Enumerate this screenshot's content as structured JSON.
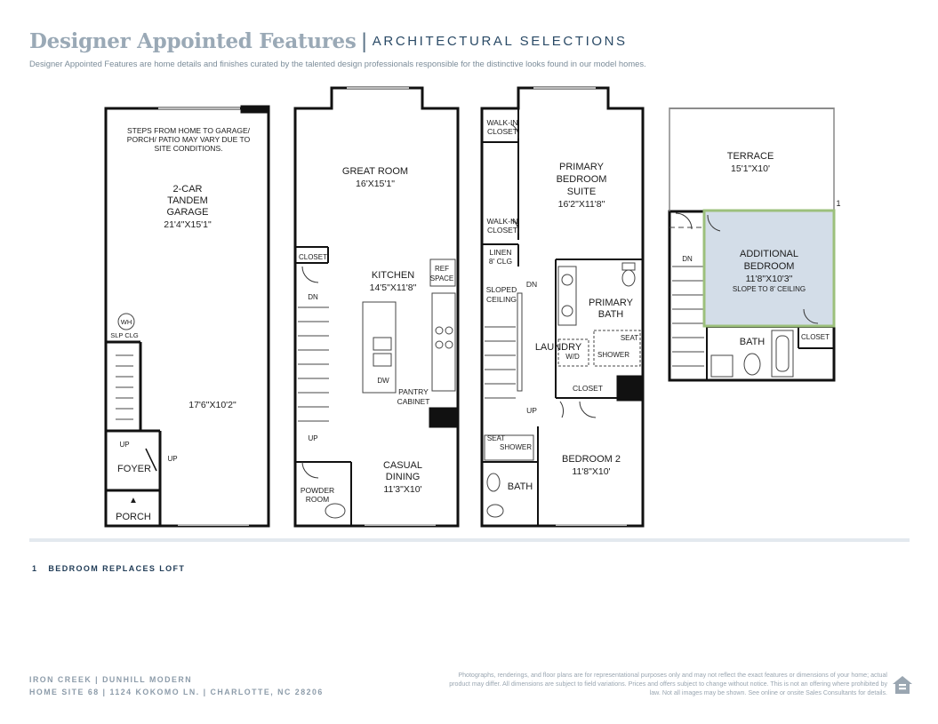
{
  "header": {
    "title": "Designer Appointed Features",
    "separator": "|",
    "subtitle": "ARCHITECTURAL SELECTIONS",
    "tagline": "Designer Appointed Features are home details and finishes curated by the talented design professionals responsible for the distinctive looks found in our model homes."
  },
  "plan": {
    "floor1": {
      "garage_note": [
        "STEPS FROM HOME TO GARAGE/",
        "PORCH/ PATIO MAY VARY DUE TO",
        "SITE CONDITIONS."
      ],
      "garage": [
        "2-CAR",
        "TANDEM",
        "GARAGE",
        "21'4\"X15'1\""
      ],
      "wh": "WH",
      "slp_clg": "SLP CLG",
      "flex_dim": "17'6\"X10'2\"",
      "up1": "UP",
      "up2": "UP",
      "foyer": "FOYER",
      "porch": "PORCH",
      "arrow": "▲"
    },
    "floor2": {
      "great_room": [
        "GREAT ROOM",
        "16'X15'1\""
      ],
      "closet": "CLOSET",
      "kitchen": [
        "KITCHEN",
        "14'5\"X11'8\""
      ],
      "ref_space": [
        "REF",
        "SPACE"
      ],
      "dn": "DN",
      "dw": "DW",
      "pantry": [
        "PANTRY",
        "CABINET"
      ],
      "up": "UP",
      "casual_dining": [
        "CASUAL",
        "DINING",
        "11'3\"X10'"
      ],
      "powder_room": [
        "POWDER",
        "ROOM"
      ]
    },
    "floor3": {
      "walkin1": [
        "WALK-IN",
        "CLOSET"
      ],
      "primary_suite": [
        "PRIMARY",
        "BEDROOM",
        "SUITE",
        "16'2\"X11'8\""
      ],
      "walkin2": [
        "WALK-IN",
        "CLOSET"
      ],
      "linen": [
        "LINEN",
        "8' CLG"
      ],
      "sloped": [
        "SLOPED",
        "CEILING"
      ],
      "dn": "DN",
      "primary_bath": [
        "PRIMARY",
        "BATH"
      ],
      "laundry": "LAUNDRY",
      "wd": "W/D",
      "seat1": "SEAT",
      "shower1": "SHOWER",
      "closet": "CLOSET",
      "up": "UP",
      "seat2": "SEAT",
      "shower2": "SHOWER",
      "bath": "BATH",
      "bedroom2": [
        "BEDROOM 2",
        "11'8\"X10'"
      ]
    },
    "floor4": {
      "terrace": [
        "TERRACE",
        "15'1\"X10'"
      ],
      "callout": "1",
      "dn": "DN",
      "additional_bedroom": [
        "ADDITIONAL",
        "BEDROOM",
        "11'8\"X10'3\"",
        "SLOPE TO 8' CEILING"
      ],
      "bath": "BATH",
      "closet": "CLOSET"
    }
  },
  "note": {
    "number": "1",
    "text": "BEDROOM REPLACES LOFT"
  },
  "footer": {
    "line1": "IRON CREEK | DUNHILL MODERN",
    "line2": "HOME SITE 68  |  1124 KOKOMO LN.  |  CHARLOTTE, NC 28206",
    "disclaimer": "Photographs, renderings, and floor plans are for representational purposes only and may not reflect the exact features or dimensions of your home; actual product may differ. All dimensions are subject to field variations. Prices and offers subject to change without notice. This is not an offering where prohibited by law. Not all images may be shown. See online or onsite Sales Consultants for details.",
    "logo_icon": "equal-housing-opportunity-icon"
  },
  "colors": {
    "title": "#9aa9b6",
    "subtitle": "#2a4a66",
    "highlight_fill": "#d3dde8",
    "highlight_border": "#9cc07c"
  }
}
